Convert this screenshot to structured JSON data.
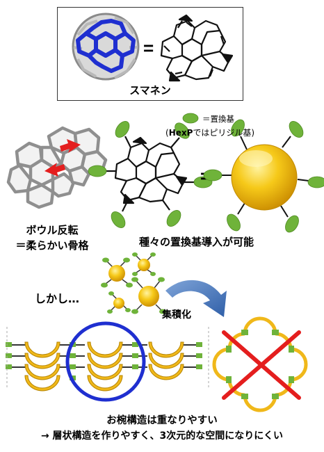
{
  "top": {
    "equals": "=",
    "molecule_name": "スマネン"
  },
  "substituent": {
    "legend": "＝置換基",
    "note_prefix": "(",
    "note_bold": "HexP",
    "note_suffix": "ではピリジル基)"
  },
  "bowl": {
    "caption_line1": "ボウル反転",
    "caption_line2": "＝柔らかい骨格"
  },
  "middle": {
    "equals": "=",
    "caption": "種々の置換基導入が可能"
  },
  "bottom": {
    "however": "しかし…",
    "aggregation": "集積化",
    "conclusion_line1": "お椀構造は重なりやすい",
    "conclusion_line2": "→ 層状構造を作りやすく、3次元的な空間になりにくい"
  },
  "colors": {
    "blue_frame": "#1f2fd0",
    "gray_frame": "#a6a6a6",
    "substituent_green": "#6fb33a",
    "gold": "#f2b800",
    "red_arrow": "#e41e1e",
    "arrow_blue": "#4f7fc1"
  }
}
